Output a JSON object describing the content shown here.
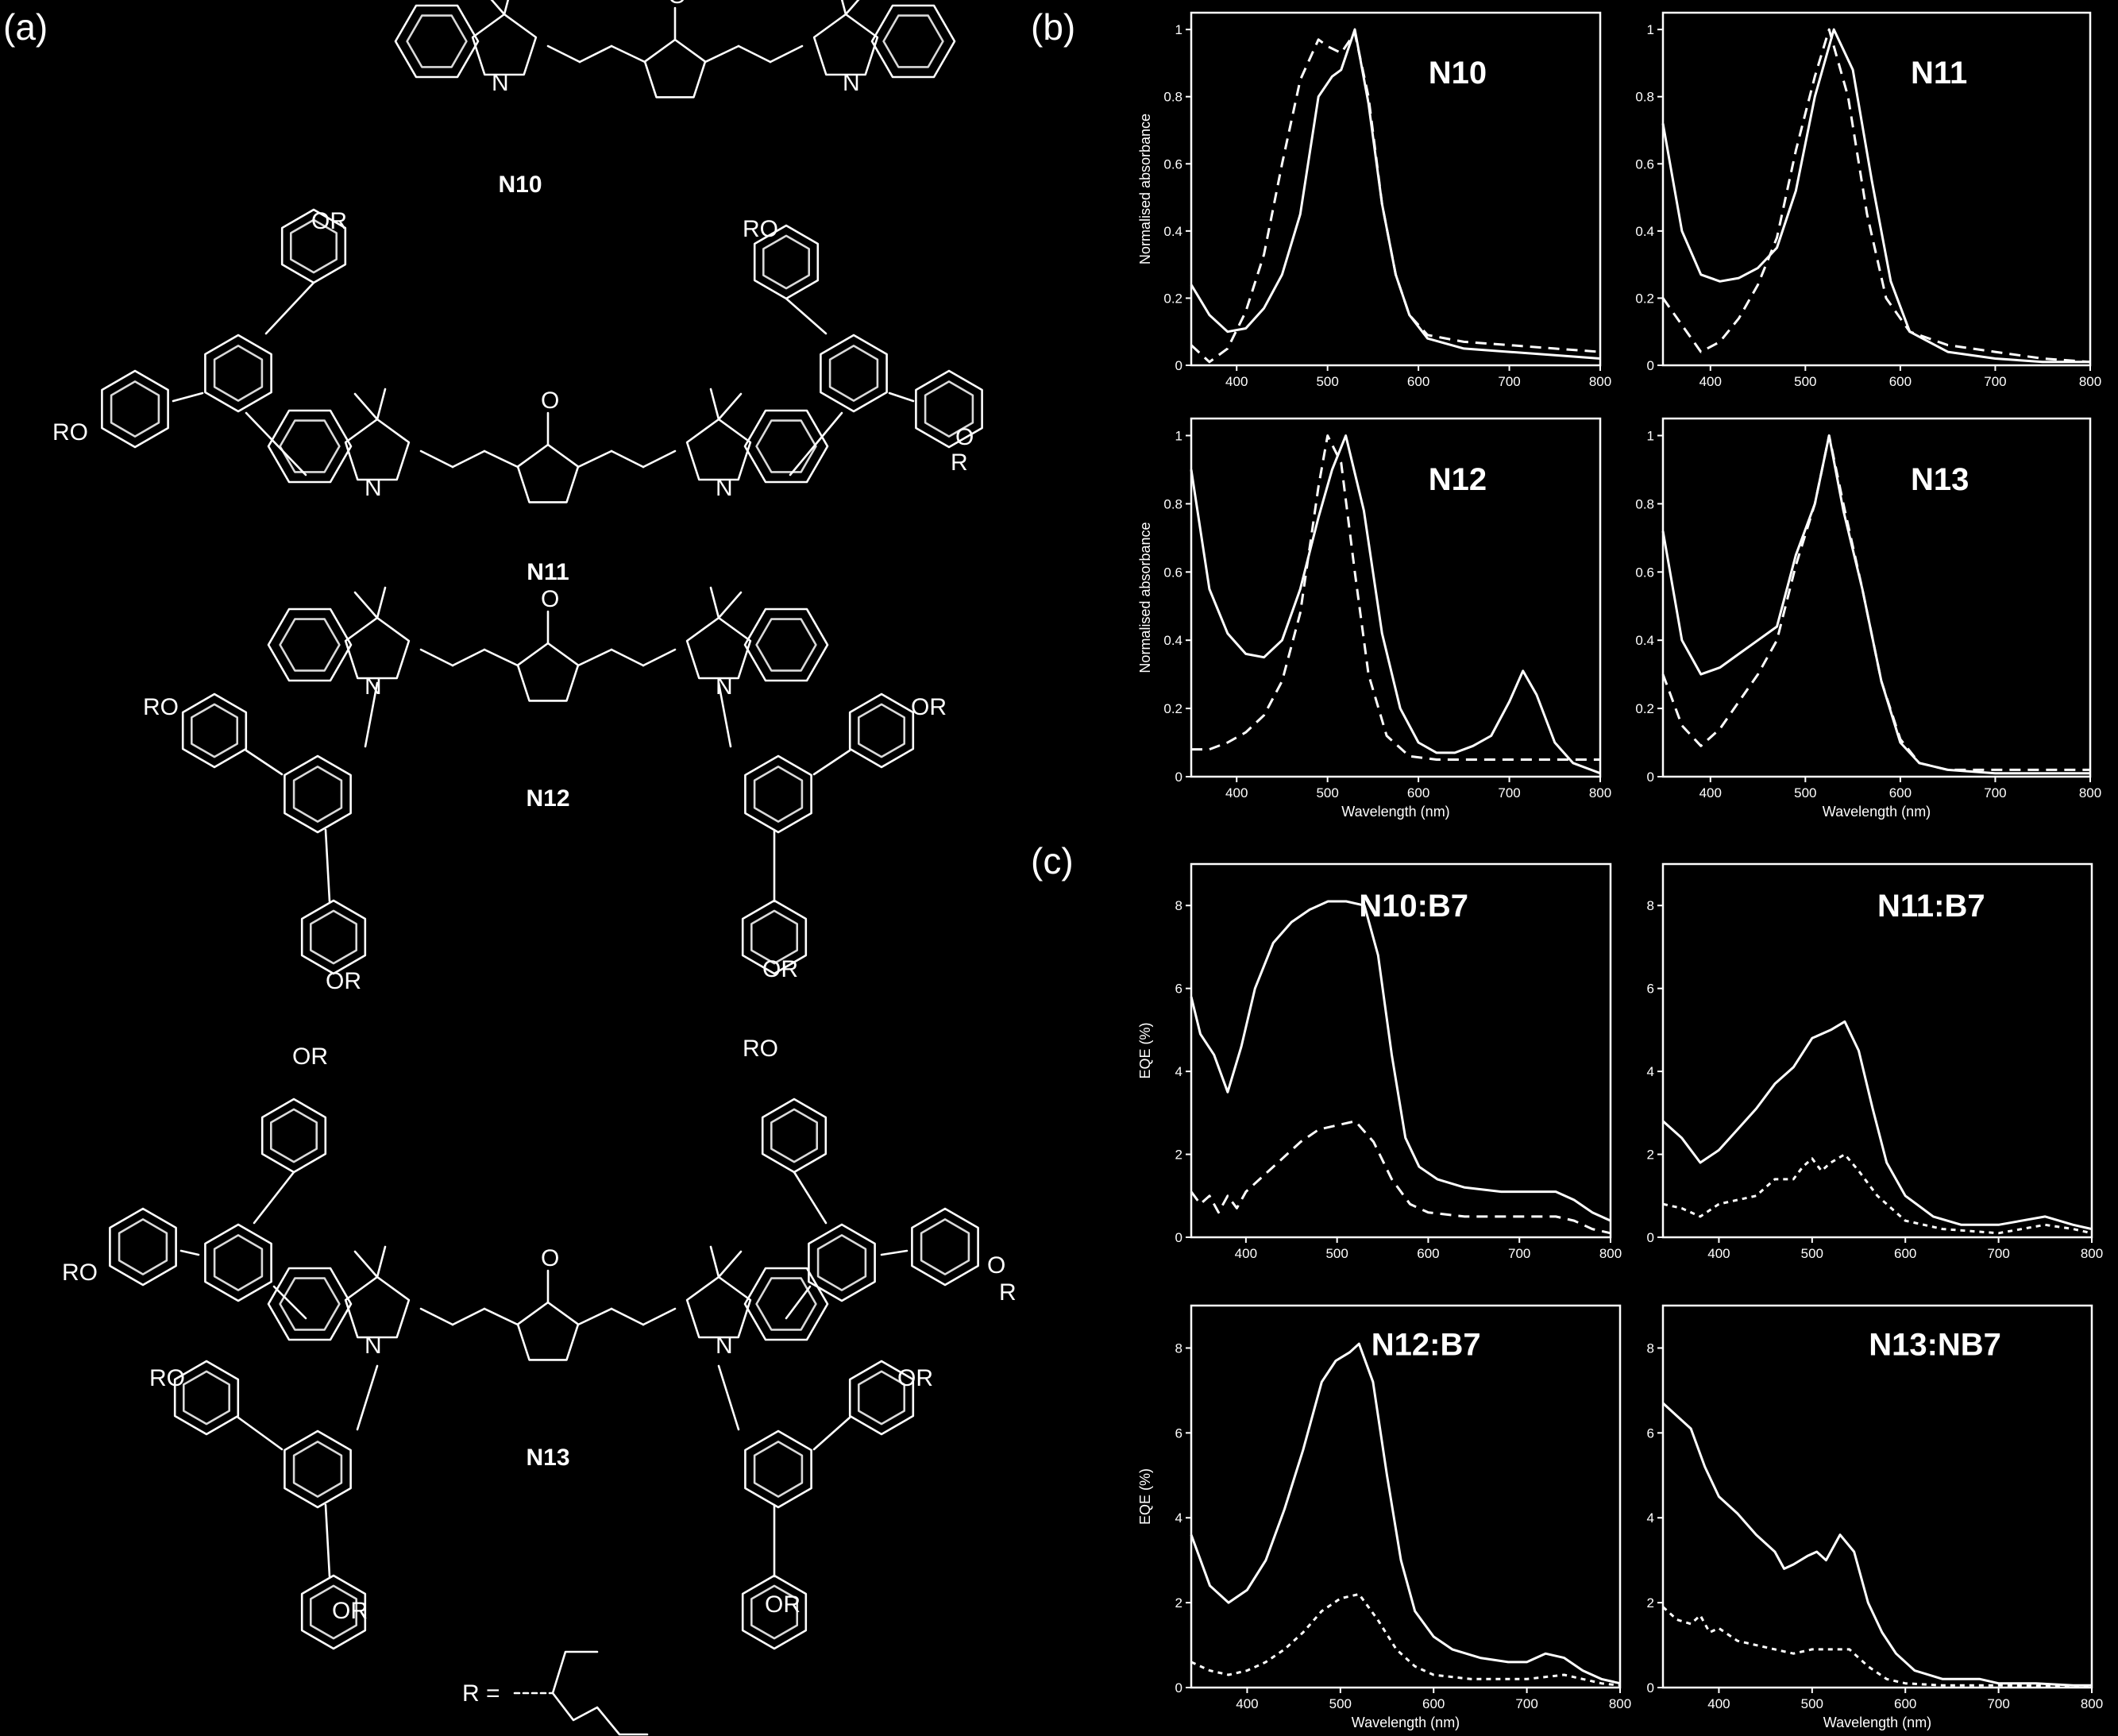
{
  "panel_labels": {
    "a": "(a)",
    "b": "(b)",
    "c": "(c)"
  },
  "molecules": {
    "names": [
      "N10",
      "N11",
      "N12",
      "N13"
    ],
    "atoms": {
      "oxygen": "O",
      "nitrogen": "N",
      "alkoxy": "OR",
      "alkoxy_rev": "RO",
      "r": "R",
      "r_def": "R ="
    }
  },
  "colors": {
    "background": "#000000",
    "foreground": "#ffffff"
  },
  "chart_data": [
    {
      "type": "line",
      "title": "N10",
      "xlabel": "",
      "ylabel": "Normalised absorbance",
      "xlim": [
        350,
        800
      ],
      "ylim": [
        0,
        1.05
      ],
      "xticks": [
        400,
        500,
        600,
        700,
        800
      ],
      "yticks": [
        0,
        0.2,
        0.4,
        0.6,
        0.8,
        1
      ],
      "series": [
        {
          "style": "solid",
          "x": [
            350,
            370,
            390,
            410,
            430,
            450,
            470,
            490,
            505,
            515,
            530,
            545,
            560,
            575,
            590,
            610,
            650,
            700,
            750,
            800
          ],
          "y": [
            0.24,
            0.15,
            0.1,
            0.11,
            0.17,
            0.27,
            0.45,
            0.8,
            0.86,
            0.88,
            1.0,
            0.78,
            0.48,
            0.27,
            0.15,
            0.08,
            0.05,
            0.04,
            0.03,
            0.02
          ]
        },
        {
          "style": "dashed",
          "x": [
            350,
            370,
            390,
            410,
            430,
            450,
            470,
            490,
            500,
            515,
            530,
            545,
            560,
            575,
            590,
            610,
            650,
            700,
            750,
            800
          ],
          "y": [
            0.06,
            0.01,
            0.05,
            0.16,
            0.33,
            0.6,
            0.85,
            0.97,
            0.95,
            0.93,
            0.99,
            0.8,
            0.48,
            0.27,
            0.15,
            0.09,
            0.07,
            0.06,
            0.05,
            0.04
          ]
        }
      ]
    },
    {
      "type": "line",
      "title": "N11",
      "xlabel": "",
      "ylabel": "",
      "xlim": [
        350,
        800
      ],
      "ylim": [
        0,
        1.05
      ],
      "xticks": [
        400,
        500,
        600,
        700,
        800
      ],
      "yticks": [
        0,
        0.2,
        0.4,
        0.6,
        0.8,
        1
      ],
      "series": [
        {
          "style": "solid",
          "x": [
            350,
            370,
            390,
            410,
            430,
            450,
            470,
            490,
            510,
            530,
            550,
            570,
            590,
            610,
            650,
            700,
            750,
            800
          ],
          "y": [
            0.72,
            0.4,
            0.27,
            0.25,
            0.26,
            0.29,
            0.35,
            0.52,
            0.8,
            1.0,
            0.88,
            0.55,
            0.25,
            0.1,
            0.04,
            0.02,
            0.01,
            0.01
          ]
        },
        {
          "style": "dashed",
          "x": [
            350,
            370,
            390,
            410,
            430,
            450,
            470,
            490,
            510,
            525,
            545,
            565,
            585,
            610,
            650,
            700,
            750,
            800
          ],
          "y": [
            0.2,
            0.12,
            0.04,
            0.07,
            0.14,
            0.24,
            0.38,
            0.64,
            0.86,
            1.0,
            0.8,
            0.45,
            0.2,
            0.1,
            0.06,
            0.04,
            0.02,
            0.01
          ]
        }
      ]
    },
    {
      "type": "line",
      "title": "N12",
      "xlabel": "Wavelength (nm)",
      "ylabel": "Normalised absorbance",
      "xlim": [
        350,
        800
      ],
      "ylim": [
        0,
        1.05
      ],
      "xticks": [
        400,
        500,
        600,
        700,
        800
      ],
      "yticks": [
        0,
        0.2,
        0.4,
        0.6,
        0.8,
        1
      ],
      "series": [
        {
          "style": "solid",
          "x": [
            350,
            370,
            390,
            410,
            430,
            450,
            470,
            490,
            505,
            520,
            540,
            560,
            580,
            600,
            620,
            640,
            660,
            680,
            700,
            715,
            730,
            750,
            770,
            790,
            800
          ],
          "y": [
            0.9,
            0.55,
            0.42,
            0.36,
            0.35,
            0.4,
            0.55,
            0.76,
            0.9,
            1.0,
            0.78,
            0.42,
            0.2,
            0.1,
            0.07,
            0.07,
            0.09,
            0.12,
            0.22,
            0.31,
            0.24,
            0.1,
            0.04,
            0.02,
            0.01
          ]
        },
        {
          "style": "dashed",
          "x": [
            350,
            370,
            390,
            410,
            430,
            450,
            470,
            490,
            500,
            515,
            530,
            545,
            565,
            590,
            620,
            660,
            700,
            750,
            800
          ],
          "y": [
            0.08,
            0.08,
            0.1,
            0.13,
            0.18,
            0.28,
            0.48,
            0.85,
            1.0,
            0.92,
            0.6,
            0.3,
            0.12,
            0.06,
            0.05,
            0.05,
            0.05,
            0.05,
            0.05
          ]
        }
      ]
    },
    {
      "type": "line",
      "title": "N13",
      "xlabel": "Wavelength (nm)",
      "ylabel": "",
      "xlim": [
        350,
        800
      ],
      "ylim": [
        0,
        1.05
      ],
      "xticks": [
        400,
        500,
        600,
        700,
        800
      ],
      "yticks": [
        0,
        0.2,
        0.4,
        0.6,
        0.8,
        1
      ],
      "series": [
        {
          "style": "solid",
          "x": [
            350,
            370,
            390,
            410,
            430,
            450,
            470,
            490,
            510,
            525,
            540,
            560,
            580,
            600,
            620,
            650,
            700,
            750,
            800
          ],
          "y": [
            0.72,
            0.4,
            0.3,
            0.32,
            0.36,
            0.4,
            0.44,
            0.65,
            0.8,
            1.0,
            0.78,
            0.55,
            0.28,
            0.1,
            0.04,
            0.02,
            0.01,
            0.01,
            0.01
          ]
        },
        {
          "style": "dashed",
          "x": [
            350,
            370,
            390,
            410,
            430,
            450,
            470,
            490,
            510,
            525,
            540,
            560,
            580,
            600,
            620,
            650,
            700,
            750,
            800
          ],
          "y": [
            0.3,
            0.15,
            0.09,
            0.14,
            0.22,
            0.3,
            0.4,
            0.62,
            0.8,
            1.0,
            0.8,
            0.55,
            0.28,
            0.11,
            0.04,
            0.02,
            0.02,
            0.02,
            0.02
          ]
        }
      ]
    },
    {
      "type": "line",
      "title": "N10:B7",
      "xlabel": "",
      "ylabel": "EQE (%)",
      "xlim": [
        340,
        800
      ],
      "ylim": [
        0,
        9
      ],
      "xticks": [
        400,
        500,
        600,
        700,
        800
      ],
      "yticks": [
        0,
        2,
        4,
        6,
        8
      ],
      "series": [
        {
          "style": "solid",
          "x": [
            340,
            350,
            365,
            380,
            395,
            410,
            430,
            450,
            470,
            490,
            510,
            530,
            545,
            560,
            575,
            590,
            610,
            640,
            680,
            720,
            740,
            760,
            780,
            800
          ],
          "y": [
            5.8,
            4.9,
            4.4,
            3.5,
            4.6,
            6.0,
            7.1,
            7.6,
            7.9,
            8.1,
            8.1,
            8.0,
            6.8,
            4.4,
            2.4,
            1.7,
            1.4,
            1.2,
            1.1,
            1.1,
            1.1,
            0.9,
            0.6,
            0.4
          ]
        },
        {
          "style": "dashed",
          "x": [
            340,
            350,
            360,
            370,
            380,
            390,
            400,
            420,
            440,
            460,
            480,
            500,
            520,
            540,
            560,
            580,
            600,
            640,
            700,
            740,
            760,
            780,
            800
          ],
          "y": [
            1.1,
            0.8,
            1.0,
            0.6,
            1.0,
            0.7,
            1.1,
            1.5,
            1.9,
            2.3,
            2.6,
            2.7,
            2.8,
            2.3,
            1.4,
            0.8,
            0.6,
            0.5,
            0.5,
            0.5,
            0.4,
            0.2,
            0.1
          ]
        }
      ]
    },
    {
      "type": "line",
      "title": "N11:B7",
      "xlabel": "",
      "ylabel": "",
      "xlim": [
        340,
        800
      ],
      "ylim": [
        0,
        9
      ],
      "xticks": [
        400,
        500,
        600,
        700,
        800
      ],
      "yticks": [
        0,
        2,
        4,
        6,
        8
      ],
      "series": [
        {
          "style": "solid",
          "x": [
            340,
            360,
            380,
            400,
            420,
            440,
            460,
            480,
            500,
            520,
            535,
            550,
            565,
            580,
            600,
            630,
            660,
            700,
            750,
            780,
            800
          ],
          "y": [
            2.8,
            2.4,
            1.8,
            2.1,
            2.6,
            3.1,
            3.7,
            4.1,
            4.8,
            5.0,
            5.2,
            4.5,
            3.1,
            1.8,
            1.0,
            0.5,
            0.3,
            0.3,
            0.5,
            0.3,
            0.2
          ]
        },
        {
          "style": "dotted",
          "x": [
            340,
            360,
            380,
            400,
            420,
            440,
            460,
            480,
            490,
            500,
            510,
            520,
            535,
            550,
            570,
            600,
            640,
            700,
            750,
            780,
            800
          ],
          "y": [
            0.8,
            0.7,
            0.5,
            0.8,
            0.9,
            1.0,
            1.4,
            1.4,
            1.7,
            1.9,
            1.6,
            1.8,
            2.0,
            1.6,
            1.0,
            0.4,
            0.2,
            0.1,
            0.3,
            0.2,
            0.1
          ]
        }
      ]
    },
    {
      "type": "line",
      "title": "N12:B7",
      "xlabel": "Wavelength (nm)",
      "ylabel": "EQE (%)",
      "xlim": [
        340,
        800
      ],
      "ylim": [
        0,
        9
      ],
      "xticks": [
        400,
        500,
        600,
        700,
        800
      ],
      "yticks": [
        0,
        2,
        4,
        6,
        8
      ],
      "series": [
        {
          "style": "solid",
          "x": [
            340,
            360,
            380,
            400,
            420,
            440,
            460,
            480,
            495,
            510,
            520,
            535,
            550,
            565,
            580,
            600,
            620,
            650,
            680,
            700,
            720,
            740,
            760,
            780,
            800
          ],
          "y": [
            3.6,
            2.4,
            2.0,
            2.3,
            3.0,
            4.2,
            5.6,
            7.2,
            7.7,
            7.9,
            8.1,
            7.2,
            5.0,
            3.0,
            1.8,
            1.2,
            0.9,
            0.7,
            0.6,
            0.6,
            0.8,
            0.7,
            0.4,
            0.2,
            0.1
          ]
        },
        {
          "style": "dotted",
          "x": [
            340,
            360,
            380,
            400,
            420,
            440,
            460,
            480,
            500,
            520,
            540,
            560,
            580,
            600,
            640,
            700,
            740,
            760,
            780,
            800
          ],
          "y": [
            0.6,
            0.4,
            0.3,
            0.4,
            0.6,
            0.9,
            1.3,
            1.8,
            2.1,
            2.2,
            1.6,
            0.9,
            0.5,
            0.3,
            0.2,
            0.2,
            0.3,
            0.2,
            0.1,
            0.05
          ]
        }
      ]
    },
    {
      "type": "line",
      "title": "N13:NB7",
      "xlabel": "Wavelength (nm)",
      "ylabel": "",
      "xlim": [
        340,
        800
      ],
      "ylim": [
        0,
        9
      ],
      "xticks": [
        400,
        500,
        600,
        700,
        800
      ],
      "yticks": [
        0,
        2,
        4,
        6,
        8
      ],
      "series": [
        {
          "style": "solid",
          "x": [
            340,
            355,
            370,
            385,
            400,
            420,
            440,
            460,
            470,
            480,
            495,
            505,
            515,
            530,
            545,
            560,
            575,
            590,
            610,
            640,
            680,
            700,
            740,
            780,
            800
          ],
          "y": [
            6.7,
            6.4,
            6.1,
            5.2,
            4.5,
            4.1,
            3.6,
            3.2,
            2.8,
            2.9,
            3.1,
            3.2,
            3.0,
            3.6,
            3.2,
            2.0,
            1.3,
            0.8,
            0.4,
            0.2,
            0.2,
            0.1,
            0.1,
            0.05,
            0.05
          ]
        },
        {
          "style": "dotted",
          "x": [
            340,
            355,
            370,
            380,
            390,
            400,
            420,
            440,
            460,
            480,
            500,
            520,
            540,
            560,
            580,
            600,
            640,
            700,
            800
          ],
          "y": [
            1.9,
            1.6,
            1.5,
            1.7,
            1.3,
            1.4,
            1.1,
            1.0,
            0.9,
            0.8,
            0.9,
            0.9,
            0.9,
            0.5,
            0.2,
            0.1,
            0.05,
            0.05,
            0.03
          ]
        }
      ]
    }
  ]
}
